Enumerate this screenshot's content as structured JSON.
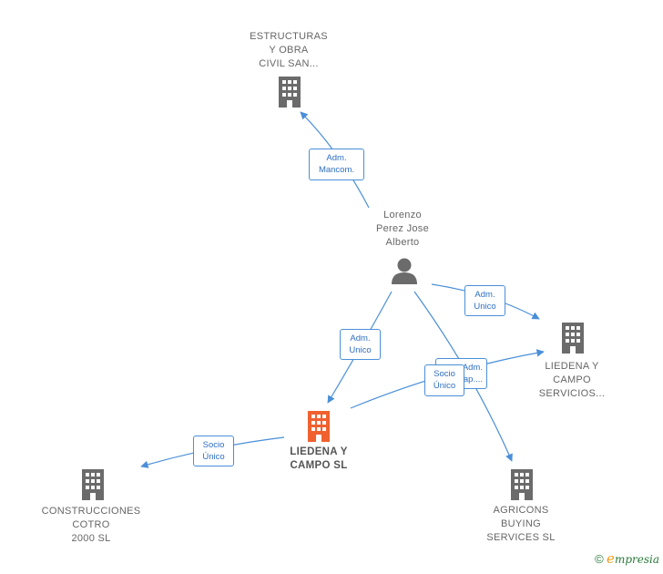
{
  "nodes": {
    "estructuras": {
      "label": "ESTRUCTURAS\nY OBRA\nCIVIL SAN..."
    },
    "person": {
      "label": "Lorenzo\nPerez Jose\nAlberto"
    },
    "liedena_servicios": {
      "label": "LIEDENA Y\nCAMPO\nSERVICIOS..."
    },
    "liedena_sl": {
      "label": "LIEDENA Y\nCAMPO  SL"
    },
    "construcciones": {
      "label": "CONSTRUCCIONES\nCOTRO\n2000 SL"
    },
    "agricons": {
      "label": "AGRICONS\nBUYING\nSERVICES  SL"
    }
  },
  "edges": {
    "e1": {
      "label": "Adm.\nMancom."
    },
    "e2": {
      "label": "Adm.\nUnico"
    },
    "e3": {
      "label": "Adm.\nUnico"
    },
    "e4": {
      "label": "Socio\nÚnico"
    },
    "e5_back": {
      "label": "Adm.\nap...."
    },
    "e5": {
      "label": "Socio\nÚnico"
    }
  },
  "colors": {
    "edge": "#4a8fd8",
    "building": "#6b6b6b",
    "building_main": "#f0612f",
    "person": "#6b6b6b"
  },
  "footer": {
    "copyright": "©",
    "brand_e": "e",
    "brand_rest": "mpresia"
  }
}
